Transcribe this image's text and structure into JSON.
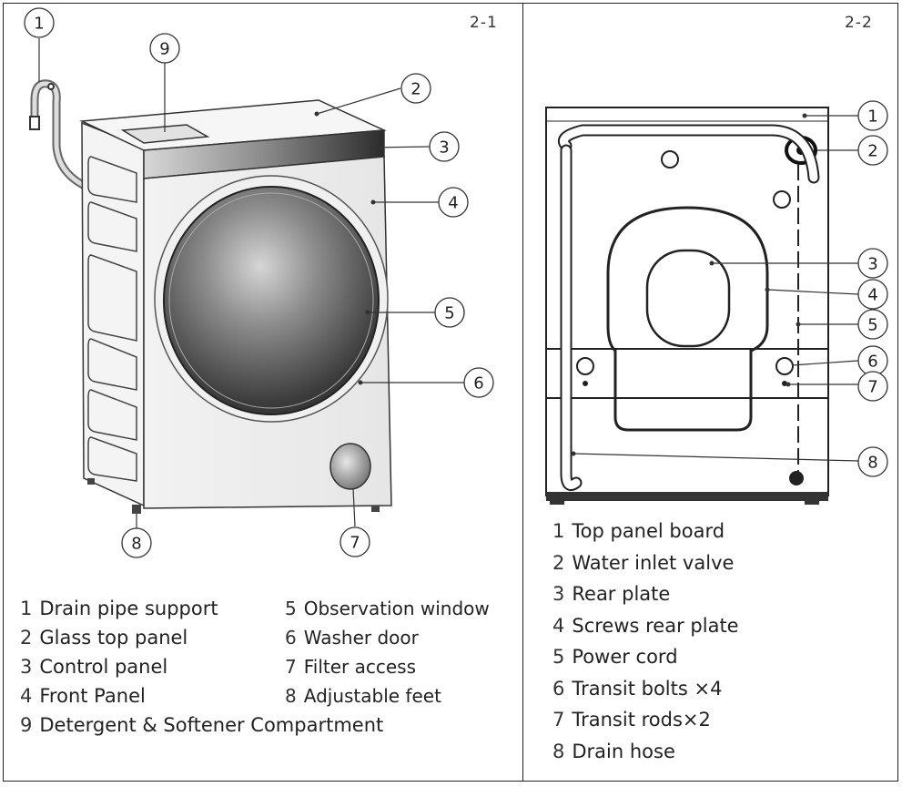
{
  "figures": {
    "left_label": "2-1",
    "right_label": "2-2"
  },
  "callouts_left": [
    "1",
    "2",
    "3",
    "4",
    "5",
    "6",
    "7",
    "8",
    "9"
  ],
  "callouts_right": [
    "1",
    "2",
    "3",
    "4",
    "5",
    "6",
    "7",
    "8"
  ],
  "left_legend": [
    {
      "num": "1",
      "text": "Drain pipe support"
    },
    {
      "num": "2",
      "text": "Glass top panel"
    },
    {
      "num": "3",
      "text": "Control panel"
    },
    {
      "num": "4",
      "text": "Front Panel"
    },
    {
      "num": "5",
      "text": "Observation window"
    },
    {
      "num": "6",
      "text": "Washer door"
    },
    {
      "num": "7",
      "text": "Filter access"
    },
    {
      "num": "8",
      "text": "Adjustable feet"
    },
    {
      "num": "9",
      "text": "Detergent & Softener Compartment"
    }
  ],
  "right_legend": [
    {
      "num": "1",
      "text": "Top panel board"
    },
    {
      "num": "2",
      "text": "Water inlet valve"
    },
    {
      "num": "3",
      "text": "Rear plate"
    },
    {
      "num": "4",
      "text": "Screws rear plate"
    },
    {
      "num": "5",
      "text": "Power cord"
    },
    {
      "num": "6",
      "text": "Transit bolts ×4"
    },
    {
      "num": "7",
      "text": "Transit rods×2"
    },
    {
      "num": "8",
      "text": "Drain hose"
    }
  ]
}
